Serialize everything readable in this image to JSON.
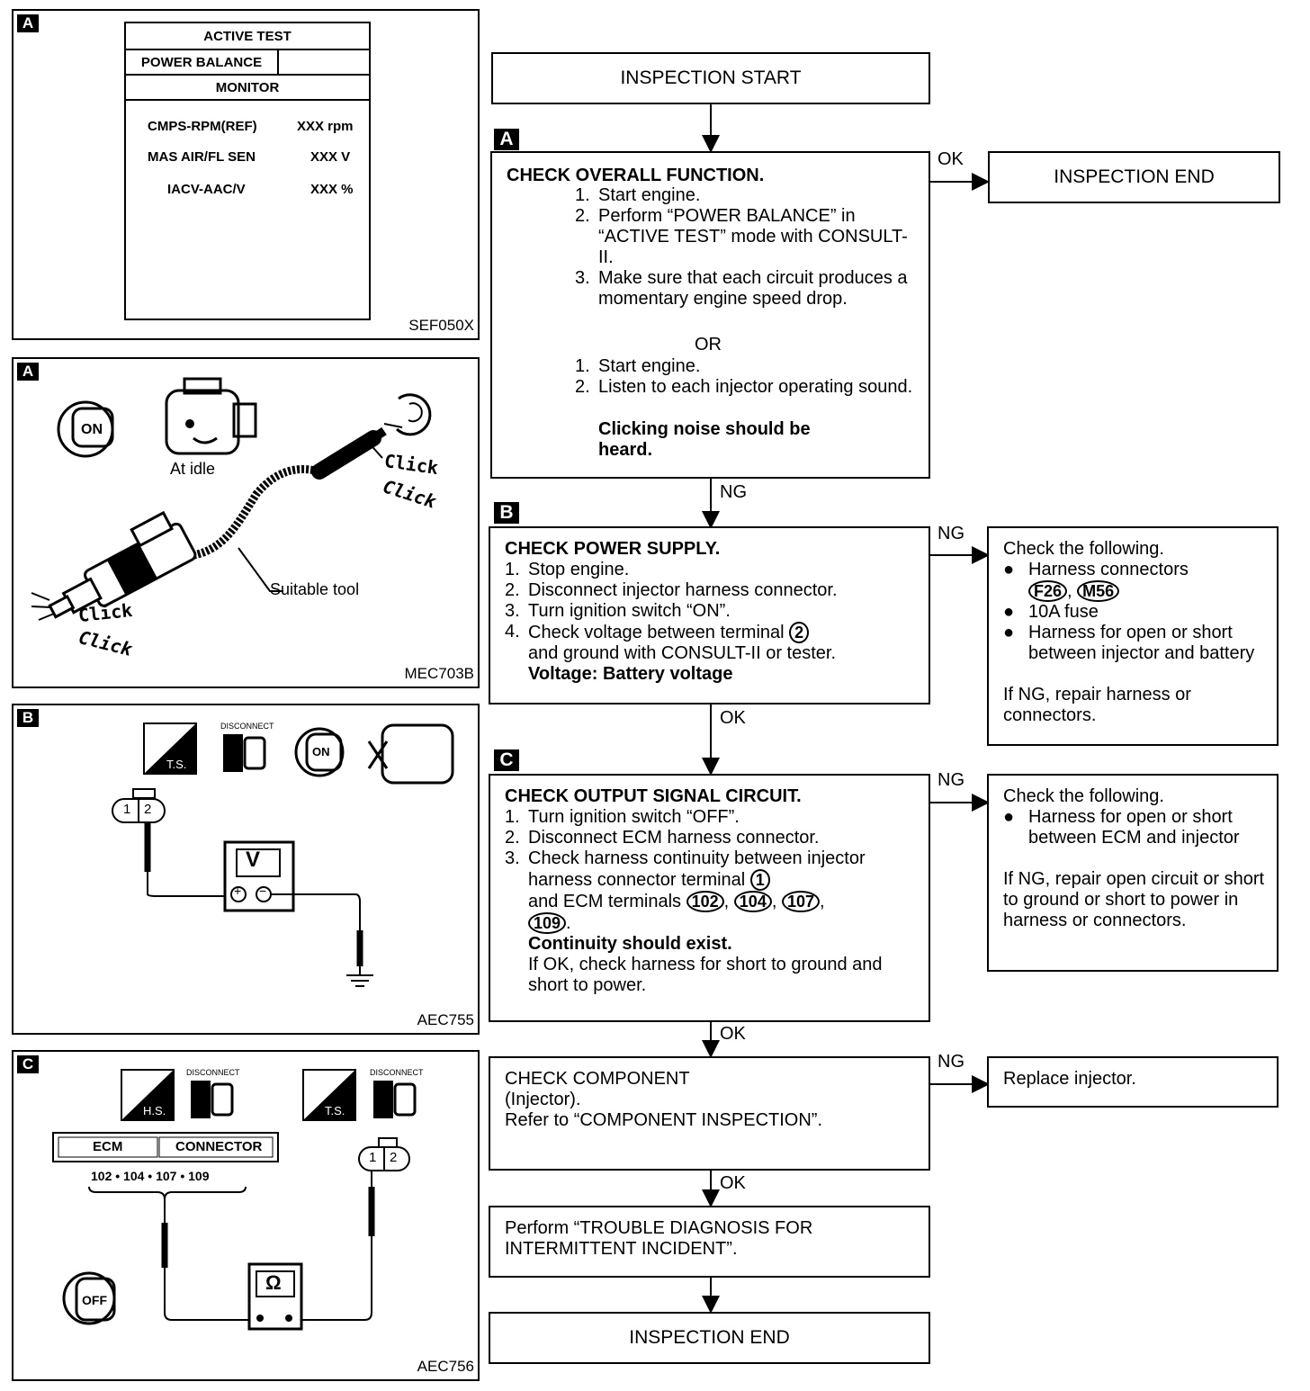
{
  "panels": {
    "a1": {
      "tag": "A",
      "code": "SEF050X",
      "rows": [
        "ACTIVE TEST",
        "POWER BALANCE",
        "MONITOR"
      ],
      "monitor": [
        {
          "name": "CMPS-RPM(REF)",
          "value": "XXX rpm"
        },
        {
          "name": "MAS AIR/FL SEN",
          "value": "XXX V"
        },
        {
          "name": "IACV-AAC/V",
          "value": "XXX %"
        }
      ]
    },
    "a2": {
      "tag": "A",
      "code": "MEC703B",
      "on": "ON",
      "idle": "At idle",
      "click": "Click",
      "tool": "Suitable tool"
    },
    "b": {
      "tag": "B",
      "code": "AEC755",
      "ts": "T.S.",
      "disconnect": "DISCONNECT",
      "on": "ON",
      "pin1": "1",
      "pin2": "2",
      "meter": "V",
      "plus": "+",
      "minus": "−"
    },
    "c": {
      "tag": "C",
      "code": "AEC756",
      "hs": "H.S.",
      "ts": "T.S.",
      "disconnect": "DISCONNECT",
      "ecm": "ECM",
      "connector": "CONNECTOR",
      "terms": "102 • 104 • 107 • 109",
      "pin1": "1",
      "pin2": "2",
      "meter": "Ω",
      "off": "OFF"
    }
  },
  "flow": {
    "start": "INSPECTION START",
    "end_top": "INSPECTION END",
    "end_bottom": "INSPECTION END",
    "ok": "OK",
    "ng": "NG",
    "tags": {
      "a": "A",
      "b": "B",
      "c": "C"
    },
    "stepA": {
      "title": "CHECK OVERALL FUNCTION.",
      "items": [
        {
          "n": "1.",
          "text": "Start engine."
        },
        {
          "n": "2.",
          "text": "Perform “POWER BALANCE” in “ACTIVE TEST” mode with CONSULT-II."
        },
        {
          "n": "3.",
          "text": "Make sure that each circuit produces a momentary engine speed drop."
        }
      ],
      "or": "OR",
      "items2": [
        {
          "n": "1.",
          "text": "Start engine."
        },
        {
          "n": "2.",
          "text": "Listen to each injector operating sound."
        }
      ],
      "bold": "Clicking noise should be heard."
    },
    "stepB": {
      "title": "CHECK POWER SUPPLY.",
      "items": [
        {
          "n": "1.",
          "text": "Stop engine."
        },
        {
          "n": "2.",
          "text": "Disconnect injector harness connector."
        },
        {
          "n": "3.",
          "text": "Turn ignition switch “ON”."
        }
      ],
      "item4_n": "4.",
      "item4_a": "Check voltage between terminal",
      "item4_term": "2",
      "item4_b": "and ground with CONSULT-II or tester.",
      "bold": "Voltage: Battery voltage"
    },
    "sideB": {
      "lead": "Check the following.",
      "b1": "Harness connectors",
      "conn1": "F26",
      "sep": ",",
      "conn2": "M56",
      "b2": "10A fuse",
      "b3": "Harness for open or short between injector and battery",
      "tail": "If NG, repair harness or connectors."
    },
    "stepC": {
      "title": "CHECK OUTPUT SIGNAL CIRCUIT.",
      "items": [
        {
          "n": "1.",
          "text": "Turn ignition switch “OFF”."
        },
        {
          "n": "2.",
          "text": "Disconnect ECM harness connector."
        }
      ],
      "item3_n": "3.",
      "item3_a": "Check harness continuity between injector harness connector terminal",
      "term1": "1",
      "item3_b": "and ECM terminals",
      "t102": "102",
      "t104": "104",
      "t107": "107",
      "t109": "109",
      "bold": "Continuity should exist.",
      "tail": "If OK, check harness for short to ground and short to power."
    },
    "sideC": {
      "lead": "Check the following.",
      "b1": "Harness for open or short between ECM and injector",
      "tail": "If NG, repair open circuit or short to ground or short to power in harness or connectors."
    },
    "stepD": {
      "lines": [
        "CHECK COMPONENT",
        "(Injector).",
        "Refer to “COMPONENT INSPECTION”."
      ]
    },
    "sideD": "Replace injector.",
    "stepE": "Perform “TROUBLE DIAGNOSIS FOR INTERMITTENT INCIDENT”."
  }
}
